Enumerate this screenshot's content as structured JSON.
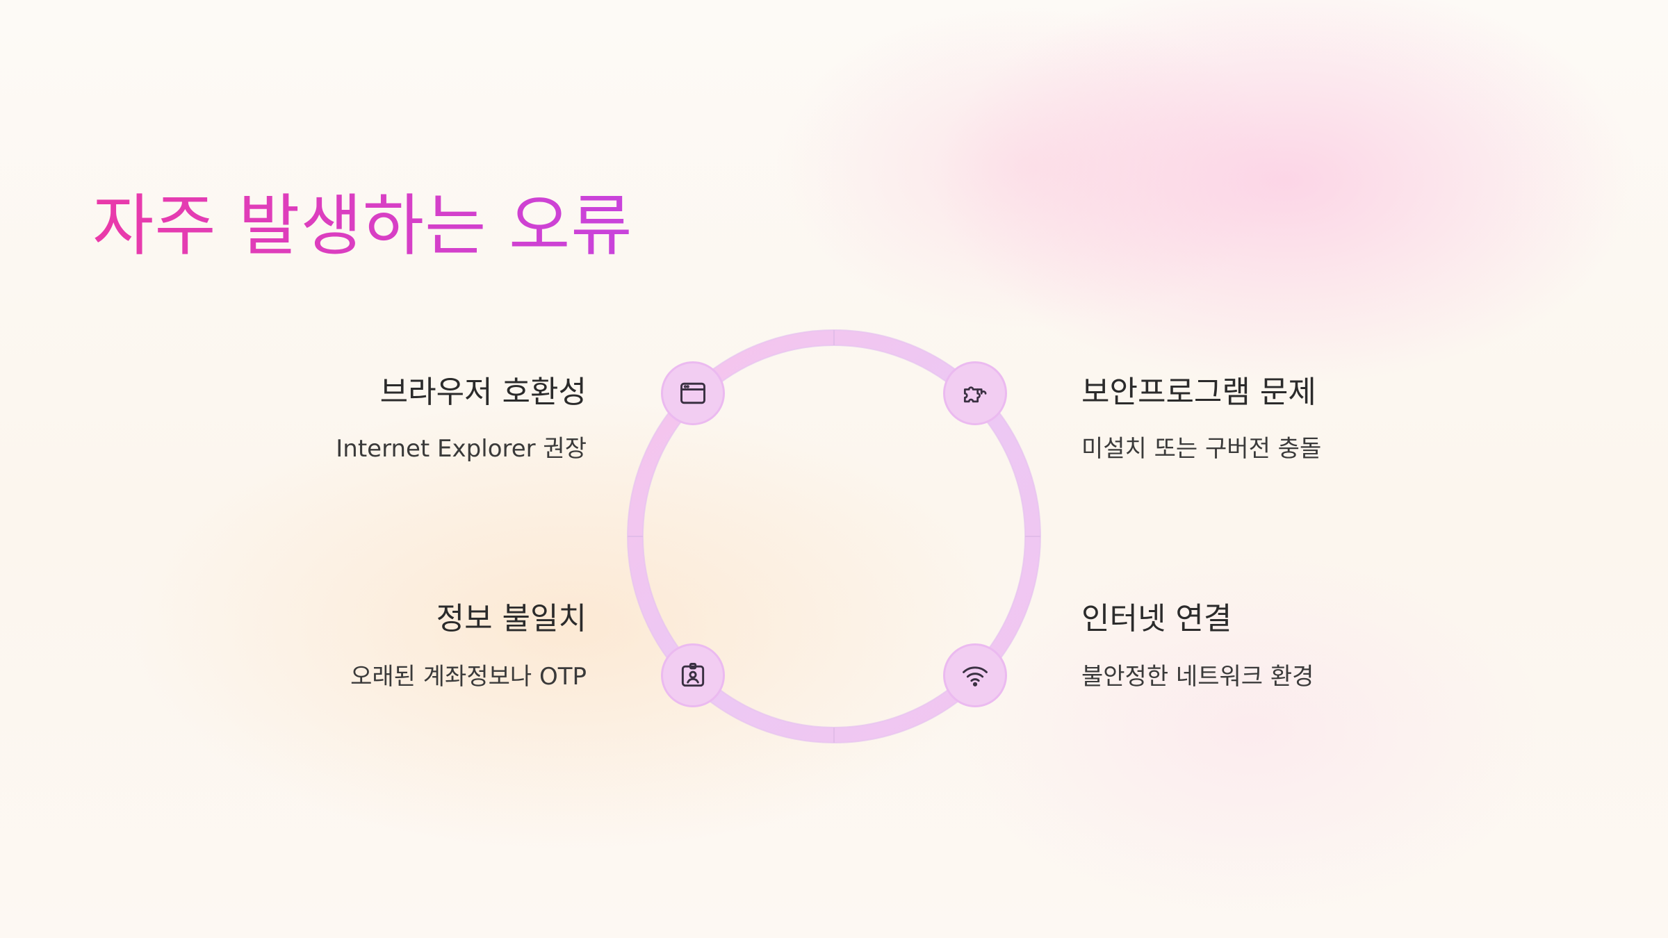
{
  "title": "자주 발생하는 오류",
  "items": [
    {
      "title": "브라우저 호환성",
      "subtitle": "Internet Explorer 권장",
      "icon": "browser-window-icon"
    },
    {
      "title": "보안프로그램 문제",
      "subtitle": "미설치 또는 구버전 충돌",
      "icon": "puzzle-icon"
    },
    {
      "title": "정보 불일치",
      "subtitle": "오래된 계좌정보나 OTP",
      "icon": "id-badge-icon"
    },
    {
      "title": "인터넷 연결",
      "subtitle": "불안정한 네트워크 환경",
      "icon": "wifi-icon"
    }
  ],
  "colors": {
    "title_gradient_start": "#ea3aa9",
    "title_gradient_end": "#c843dc",
    "ring": "#efc6f2",
    "node_fill": "#f2cdf2"
  }
}
